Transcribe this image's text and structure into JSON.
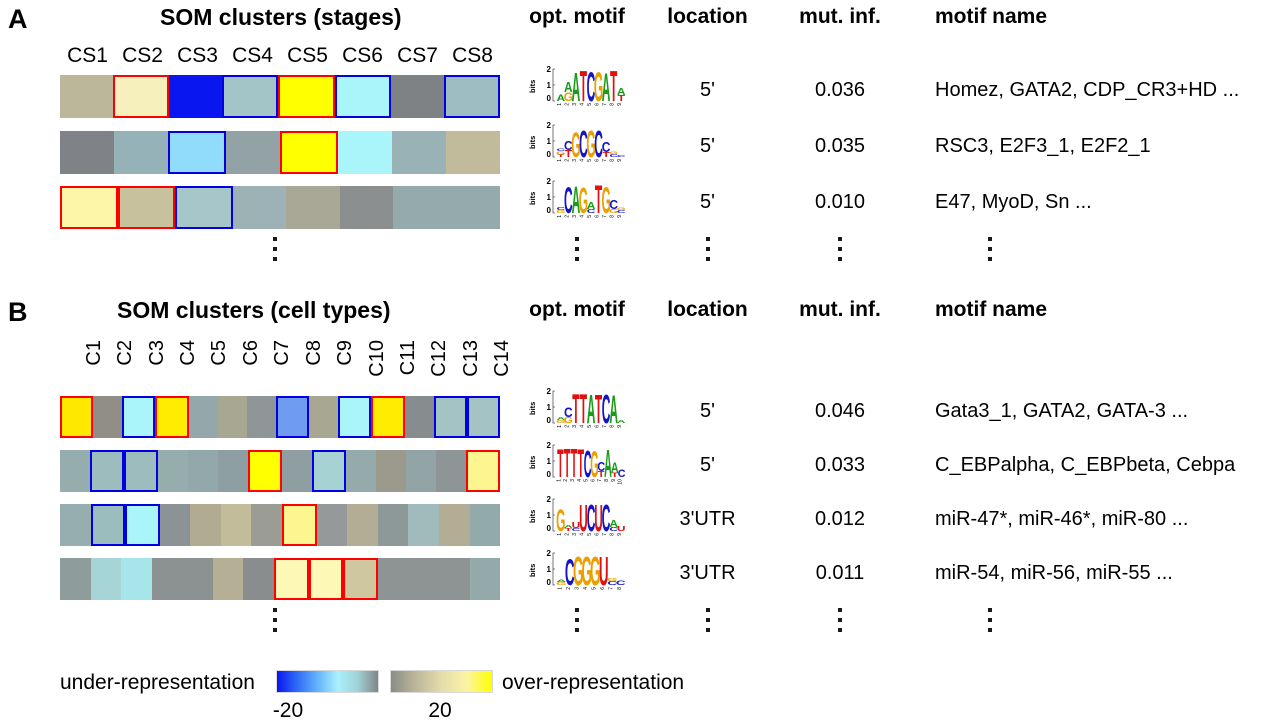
{
  "figure": {
    "panels": [
      {
        "letter": "A",
        "title": "SOM clusters (stages)",
        "cluster_labels": [
          "CS1",
          "CS2",
          "CS3",
          "CS4",
          "CS5",
          "CS6",
          "CS7",
          "CS8"
        ],
        "label_orientation": "horizontal",
        "columns": [
          "opt. motif",
          "location",
          "mut. inf.",
          "motif name"
        ],
        "rows": [
          {
            "logo": [
              "aA",
              "G/A",
              "T",
              "C",
              "G",
              "A",
              "T",
              "a/T"
            ],
            "logo_letters": "AATCGATA",
            "location": "5'",
            "mutual_information": "0.036",
            "motif_name": "Homez, GATA2, CDP_CR3+HD ..."
          },
          {
            "logo_letters": "CGCGCC",
            "location": "5'",
            "mutual_information": "0.035",
            "motif_name": "RSC3, E2F3_1, E2F2_1"
          },
          {
            "logo_letters": "CAGATGC",
            "location": "5'",
            "mutual_information": "0.010",
            "motif_name": "E47, MyoD, Sn ..."
          }
        ],
        "heat_rows": [
          {
            "cells": [
              {
                "color": "#bcb79a",
                "highlight": "none"
              },
              {
                "color": "#f6f0bc",
                "highlight": "red"
              },
              {
                "color": "#0a16f0",
                "highlight": "none"
              },
              {
                "color": "#a4c5c8",
                "highlight": "blue"
              },
              {
                "color": "#ffff00",
                "highlight": "red"
              },
              {
                "color": "#aaf5f9",
                "highlight": "blue"
              },
              {
                "color": "#7f8285",
                "highlight": "none"
              },
              {
                "color": "#9dbdc2",
                "highlight": "blue"
              }
            ]
          },
          {
            "cells": [
              {
                "color": "#7f8387",
                "highlight": "none"
              },
              {
                "color": "#94b2b7",
                "highlight": "none"
              },
              {
                "color": "#92dcfb",
                "highlight": "blue"
              },
              {
                "color": "#93a3a5",
                "highlight": "none"
              },
              {
                "color": "#ffff00",
                "highlight": "red"
              },
              {
                "color": "#aaf5f9",
                "highlight": "none"
              },
              {
                "color": "#98b2b6",
                "highlight": "none"
              },
              {
                "color": "#c2bb9b",
                "highlight": "none"
              }
            ]
          },
          {
            "cells": [
              {
                "color": "#fdf5a8",
                "highlight": "red"
              },
              {
                "color": "#c8c19e",
                "highlight": "red"
              },
              {
                "color": "#a6c6c9",
                "highlight": "blue"
              },
              {
                "color": "#9cb2b4",
                "highlight": "none"
              },
              {
                "color": "#a9a795",
                "highlight": "none"
              },
              {
                "color": "#8b8f90",
                "highlight": "none"
              },
              {
                "color": "#95aaab",
                "highlight": "none"
              },
              {
                "color": "#95aaab",
                "highlight": "none"
              }
            ]
          }
        ]
      },
      {
        "letter": "B",
        "title": "SOM clusters (cell types)",
        "cluster_labels": [
          "C1",
          "C2",
          "C3",
          "C4",
          "C5",
          "C6",
          "C7",
          "C8",
          "C9",
          "C10",
          "C11",
          "C12",
          "C13",
          "C14"
        ],
        "label_orientation": "vertical",
        "columns": [
          "opt. motif",
          "location",
          "mut. inf.",
          "motif name"
        ],
        "rows": [
          {
            "logo_letters": "CTTATCA",
            "location": "5'",
            "mutual_information": "0.046",
            "motif_name": "Gata3_1, GATA2, GATA-3 ..."
          },
          {
            "logo_letters": "TTTTCGAAC",
            "location": "5'",
            "mutual_information": "0.033",
            "motif_name": "C_EBPalpha, C_EBPbeta, Cebpa"
          },
          {
            "logo_letters": "GUCUCA",
            "location": "3'UTR",
            "mutual_information": "0.012",
            "motif_name": "miR-47*, miR-46*, miR-80 ..."
          },
          {
            "logo_letters": "CGGGU",
            "location": "3'UTR",
            "mutual_information": "0.011",
            "motif_name": "miR-54, miR-56, miR-55 ..."
          }
        ],
        "heat_rows": [
          {
            "cells": [
              {
                "color": "#ffe800",
                "highlight": "red"
              },
              {
                "color": "#918e85",
                "highlight": "none"
              },
              {
                "color": "#aaf5f9",
                "highlight": "blue"
              },
              {
                "color": "#ffec00",
                "highlight": "red"
              },
              {
                "color": "#94a7ab",
                "highlight": "none"
              },
              {
                "color": "#a8a792",
                "highlight": "none"
              },
              {
                "color": "#8e9698",
                "highlight": "none"
              },
              {
                "color": "#6f9cf0",
                "highlight": "blue"
              },
              {
                "color": "#a8a792",
                "highlight": "none"
              },
              {
                "color": "#aaf5f9",
                "highlight": "blue"
              },
              {
                "color": "#ffec00",
                "highlight": "red"
              },
              {
                "color": "#878d8f",
                "highlight": "none"
              },
              {
                "color": "#a3c3c4",
                "highlight": "blue"
              },
              {
                "color": "#a3c3c4",
                "highlight": "blue"
              }
            ]
          },
          {
            "cells": [
              {
                "color": "#96adae",
                "highlight": "none"
              },
              {
                "color": "#9cbcbd",
                "highlight": "blue"
              },
              {
                "color": "#9cbcbd",
                "highlight": "blue"
              },
              {
                "color": "#96adae",
                "highlight": "none"
              },
              {
                "color": "#92a8aa",
                "highlight": "none"
              },
              {
                "color": "#8d9fa2",
                "highlight": "none"
              },
              {
                "color": "#ffff00",
                "highlight": "red"
              },
              {
                "color": "#8f9fa1",
                "highlight": "none"
              },
              {
                "color": "#a6d2d3",
                "highlight": "blue"
              },
              {
                "color": "#94aaab",
                "highlight": "none"
              },
              {
                "color": "#9b9a8d",
                "highlight": "none"
              },
              {
                "color": "#93a4a7",
                "highlight": "none"
              },
              {
                "color": "#8d9597",
                "highlight": "none"
              },
              {
                "color": "#fdf58f",
                "highlight": "red"
              }
            ]
          },
          {
            "cells": [
              {
                "color": "#97aeb0",
                "highlight": "none"
              },
              {
                "color": "#9cbdbe",
                "highlight": "blue"
              },
              {
                "color": "#aaf5f9",
                "highlight": "blue"
              },
              {
                "color": "#8b9396",
                "highlight": "none"
              },
              {
                "color": "#b1ab92",
                "highlight": "none"
              },
              {
                "color": "#c3bc9a",
                "highlight": "none"
              },
              {
                "color": "#9b9c93",
                "highlight": "none"
              },
              {
                "color": "#fdf58f",
                "highlight": "red"
              },
              {
                "color": "#96999a",
                "highlight": "none"
              },
              {
                "color": "#b3ad95",
                "highlight": "none"
              },
              {
                "color": "#8d9899",
                "highlight": "none"
              },
              {
                "color": "#a1bbbc",
                "highlight": "none"
              },
              {
                "color": "#b3ad96",
                "highlight": "none"
              },
              {
                "color": "#93aaab",
                "highlight": "none"
              }
            ]
          },
          {
            "cells": [
              {
                "color": "#8f9c9c",
                "highlight": "none"
              },
              {
                "color": "#a7d5d7",
                "highlight": "none"
              },
              {
                "color": "#a6e6ea",
                "highlight": "none"
              },
              {
                "color": "#8c9192",
                "highlight": "none"
              },
              {
                "color": "#8c9192",
                "highlight": "none"
              },
              {
                "color": "#b5af96",
                "highlight": "none"
              },
              {
                "color": "#8a8d8e",
                "highlight": "none"
              },
              {
                "color": "#fdf8b5",
                "highlight": "red"
              },
              {
                "color": "#fdf8b5",
                "highlight": "red"
              },
              {
                "color": "#cfc79f",
                "highlight": "red"
              },
              {
                "color": "#8e9493",
                "highlight": "none"
              },
              {
                "color": "#8e9493",
                "highlight": "none"
              },
              {
                "color": "#8e9493",
                "highlight": "none"
              },
              {
                "color": "#94a9a9",
                "highlight": "none"
              }
            ]
          }
        ]
      }
    ],
    "legend": {
      "under_label": "under-representation",
      "over_label": "over-representation",
      "under_value": "-20",
      "over_value": "20",
      "under_colors": [
        "#0a16f0",
        "#2f6cf7",
        "#63b3fb",
        "#aaf0fb",
        "#9fd2d6",
        "#7f8588"
      ],
      "over_colors": [
        "#8a8d86",
        "#bdb79a",
        "#e4dcaa",
        "#fbf4a4",
        "#ffff00"
      ]
    },
    "ellipsis_symbol": "vertical-ellipsis"
  }
}
